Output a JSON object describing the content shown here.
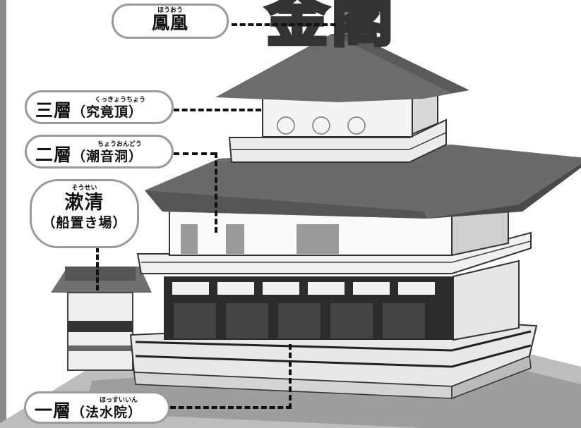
{
  "title": "金閣",
  "labels": {
    "houou": {
      "ruby": "ほうおう",
      "text": "鳳凰"
    },
    "third": {
      "ruby": "くっきょうちょう",
      "text": "三層",
      "paren": "（究竟頂）"
    },
    "second": {
      "ruby": "ちょうおんどう",
      "text": "二層",
      "paren": "（潮音洞）"
    },
    "sousei": {
      "ruby": "そうせい",
      "text": "漱清",
      "sub": "（船置き場）"
    },
    "first": {
      "ruby": "ほっすいいん",
      "text": "一層",
      "paren": "（法水院）"
    }
  }
}
